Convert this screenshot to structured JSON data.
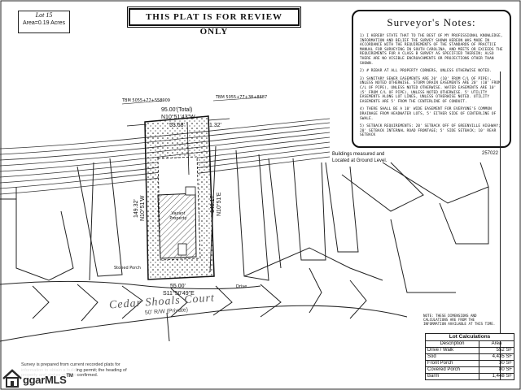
{
  "lot": {
    "title": "Lot 15",
    "area": "Area=0.19 Acres"
  },
  "banner": "THIS PLAT IS FOR REVIEW ONLY",
  "surveyor_notes": {
    "title": "Surveyor's Notes:",
    "items": [
      "1) I hereby state that to the best of my professional knowledge, information and belief the survey shown hereon was made in accordance with the requirements of the standards of practice manual for surveying in South Carolina, and meets or exceeds the requirements for a class B survey as specified therein; also there are no visible encroachments or projections other than shown.",
      "2) # rebar at all property corners, unless otherwise noted.",
      "3) Sanitary sewer easements are 20' (10' from c/l of pipe), unless noted otherwise. Storm drain easements are 20' (10' from c/l of pipe), unless noted otherwise. Water easements are 10' (5' from c/l of pipe), unless noted otherwise. 5' utility easements along lot lines, unless otherwise noted. Utility easements are 5' from the centerline of conduit.",
      "4) There shall be a 10' wide easement for everyone's common drainage from headwater lots, 5' either side of centerline of swale.",
      "5) Setback requirements: 20' setback off of Greenville Highway; 20' setback internal road frontage; 5' side setback; 10' rear setback"
    ]
  },
  "building_note": {
    "line1": "Buildings measured and",
    "line2": "Located at Ground Level.",
    "code": "257022"
  },
  "tbm_labels": {
    "left": "TBM 5055+77+558909",
    "right": "TBM 5055+77+38+8687"
  },
  "dimensions": {
    "top_total": "95.00'(Total)",
    "top_bearing": "N10°51'43\"W",
    "top_segment": "53.68'",
    "top_right_small": "1.32'",
    "left_length": "149.32'",
    "left_bearing": "N10°51'W",
    "right_length": "148.17'",
    "right_bearing": "N10°51'E",
    "bottom_length": "55.00'",
    "bottom_bearing": "S11°50'49\"E"
  },
  "house_label": "Vacant Property",
  "porch_label": "Stoned Porch",
  "drive_label": "Drive",
  "street": {
    "name": "Cedar Shoals Court",
    "width": "50' R/W (Private)"
  },
  "calc_note": "Note: These dimensions and calculations are from the information available at this time.",
  "lot_calculations": {
    "title": "Lot Calculations",
    "headers": [
      "Description",
      "Area"
    ],
    "rows": [
      [
        "Drive / Walk",
        "552 SF"
      ],
      [
        "Sod",
        "4,435 SF"
      ],
      [
        "Front Porch",
        "30 SF"
      ],
      [
        "Covered Porch",
        "80 SF"
      ],
      [
        "Barm",
        "1,448 SF"
      ]
    ]
  },
  "disclaimer": "Survey is prepared from current recorded plats for information to obtain a building permit; the heading of property and stakes are not confirmed.",
  "logo": {
    "text": "ggarMLS",
    "tm": "TM"
  }
}
